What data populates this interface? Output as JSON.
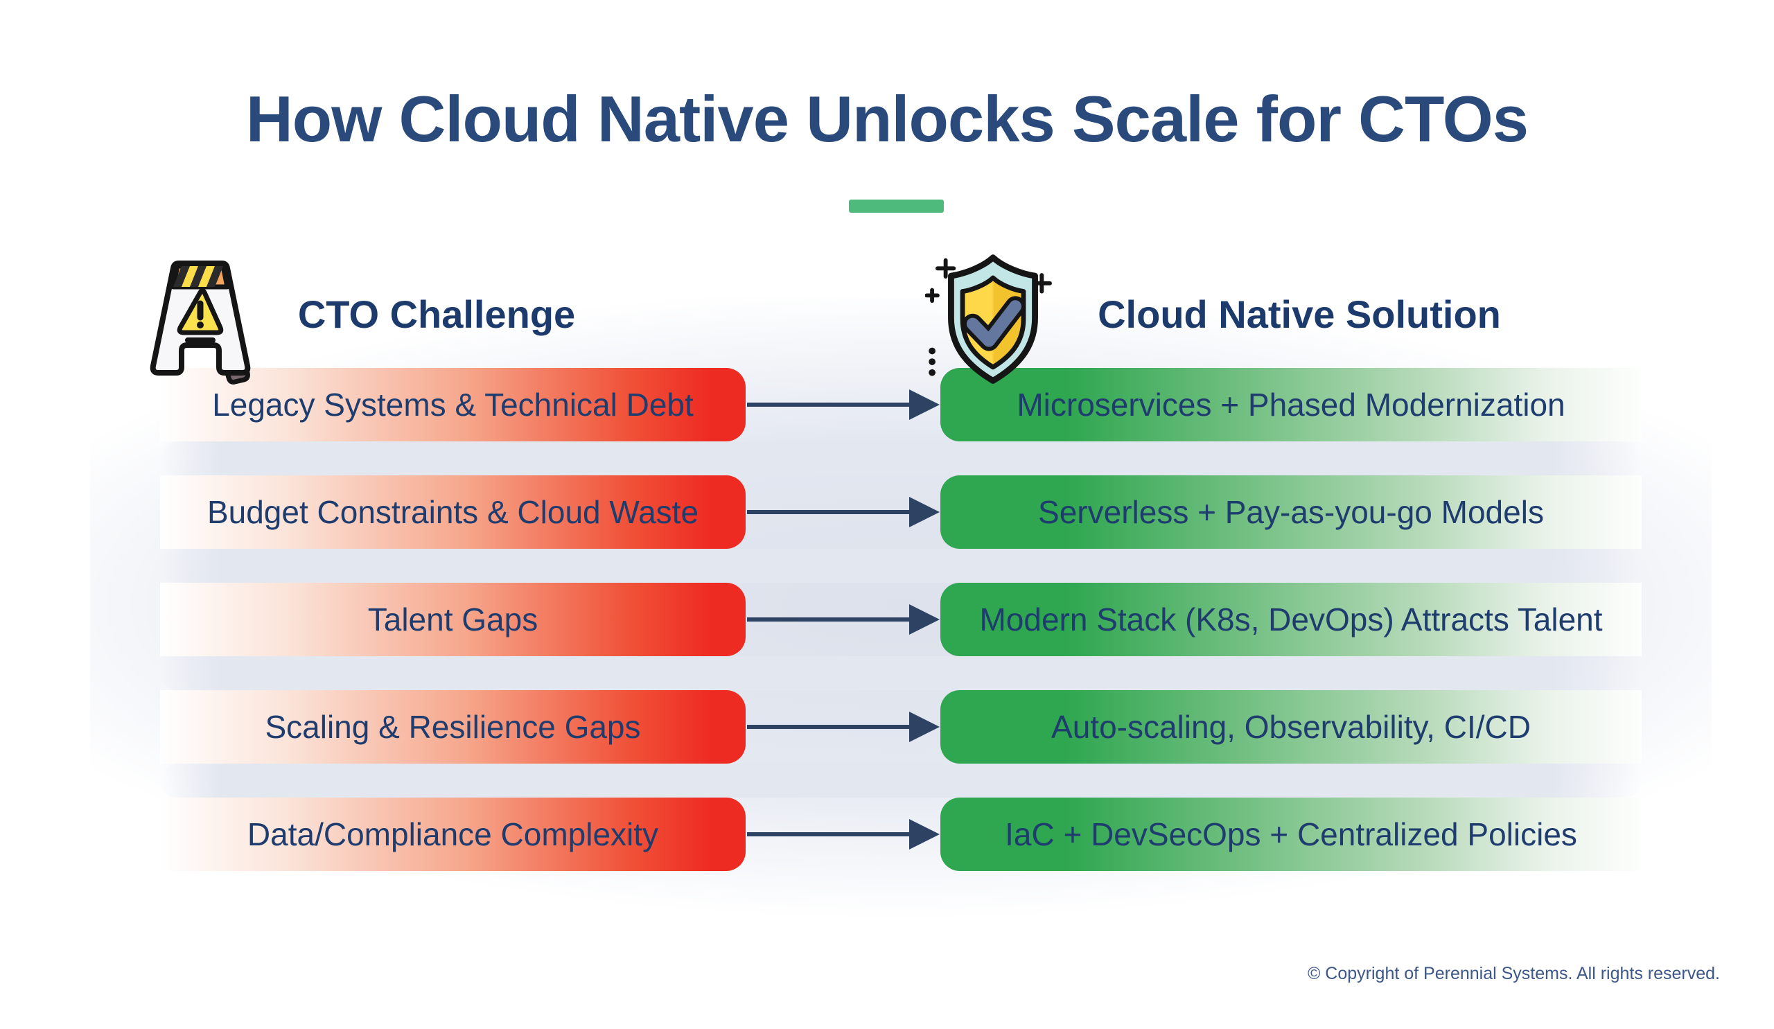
{
  "title": {
    "text": "How Cloud Native Unlocks Scale for CTOs"
  },
  "columns": {
    "challenge": {
      "label": "CTO Challenge",
      "icon": "warning-sign-icon"
    },
    "solution": {
      "label": "Cloud Native Solution",
      "icon": "shield-check-icon"
    }
  },
  "rows": [
    {
      "challenge": "Legacy Systems & Technical Debt",
      "solution": "Microservices + Phased Modernization"
    },
    {
      "challenge": "Budget Constraints & Cloud Waste",
      "solution": "Serverless + Pay-as-you-go Models"
    },
    {
      "challenge": "Talent Gaps",
      "solution": "Modern Stack (K8s, DevOps) Attracts Talent"
    },
    {
      "challenge": "Scaling & Resilience Gaps",
      "solution": "Auto-scaling, Observability, CI/CD"
    },
    {
      "challenge": "Data/Compliance Complexity",
      "solution": "IaC + DevSecOps + Centralized Policies"
    }
  ],
  "footer": {
    "copyright": "© Copyright of Perennial Systems. All rights reserved."
  },
  "colors": {
    "title-text": "#2A4A7C",
    "heading-text": "#1C3A6B",
    "row-text": "#1E3C6E",
    "challenge-red": "#EE2B23",
    "solution-green": "#2FA750",
    "accent-green": "#4EBB7C",
    "arrow": "#2E4263",
    "backdrop": "#DDE1EB",
    "band": "#E3E7F0",
    "copyright-text": "#3D5788"
  }
}
